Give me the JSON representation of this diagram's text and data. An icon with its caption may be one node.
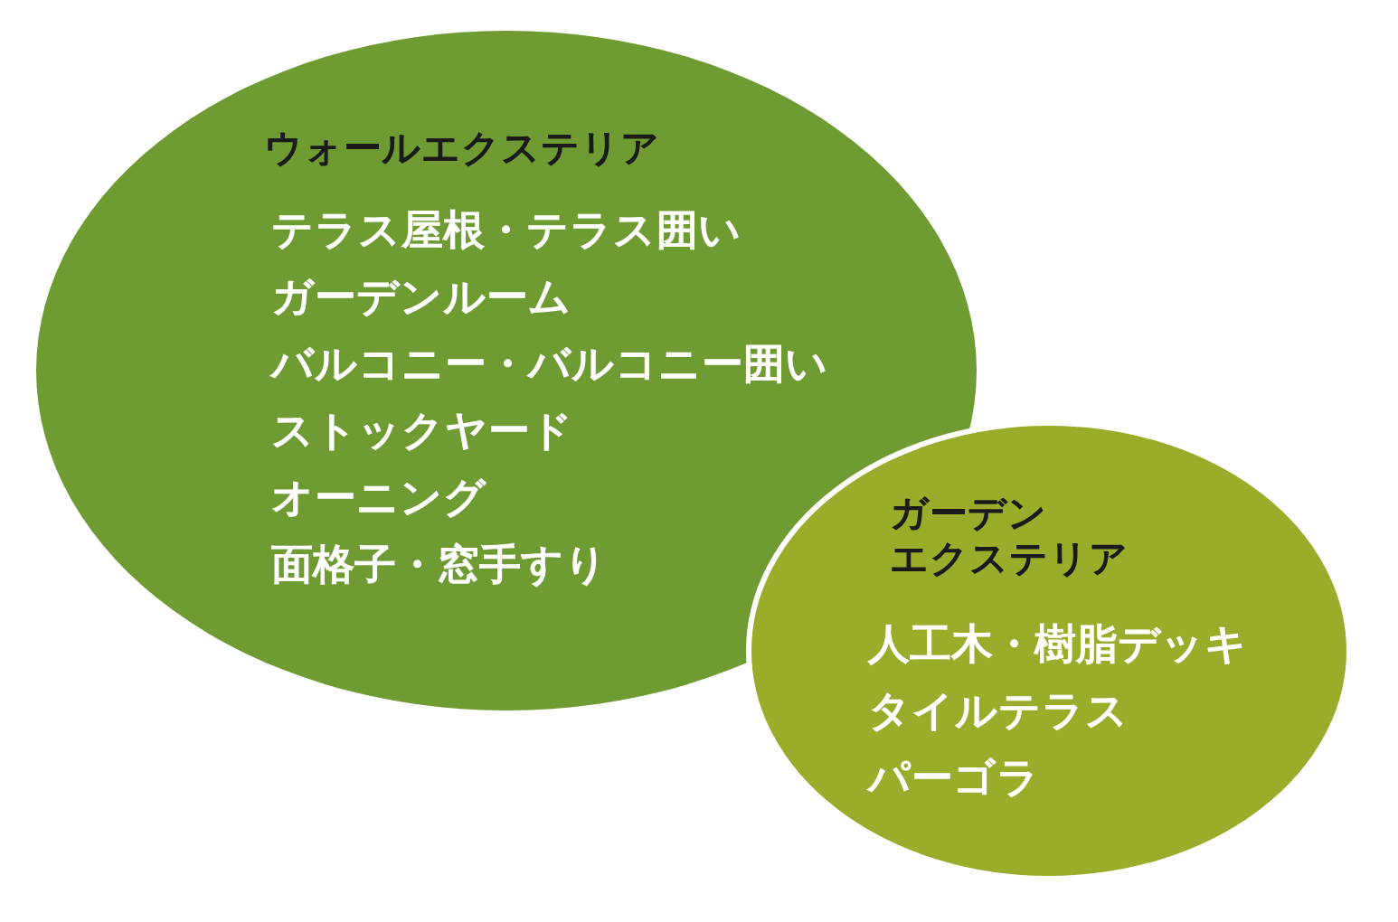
{
  "diagram": {
    "nodes": [
      {
        "text": [
          "ウォールエクステリア",
          "テラス屋根・テラス囲い",
          "ガーデンルーム",
          "バルコニー・バルコニー囲い",
          "ストックヤード",
          "オーニング",
          "面格子・窓手すり"
        ]
      },
      {
        "text": [
          "ガーデンエクステリア",
          "人工木・樹脂デッキ",
          "タイルテラス",
          "パーゴラ"
        ]
      }
    ]
  }
}
